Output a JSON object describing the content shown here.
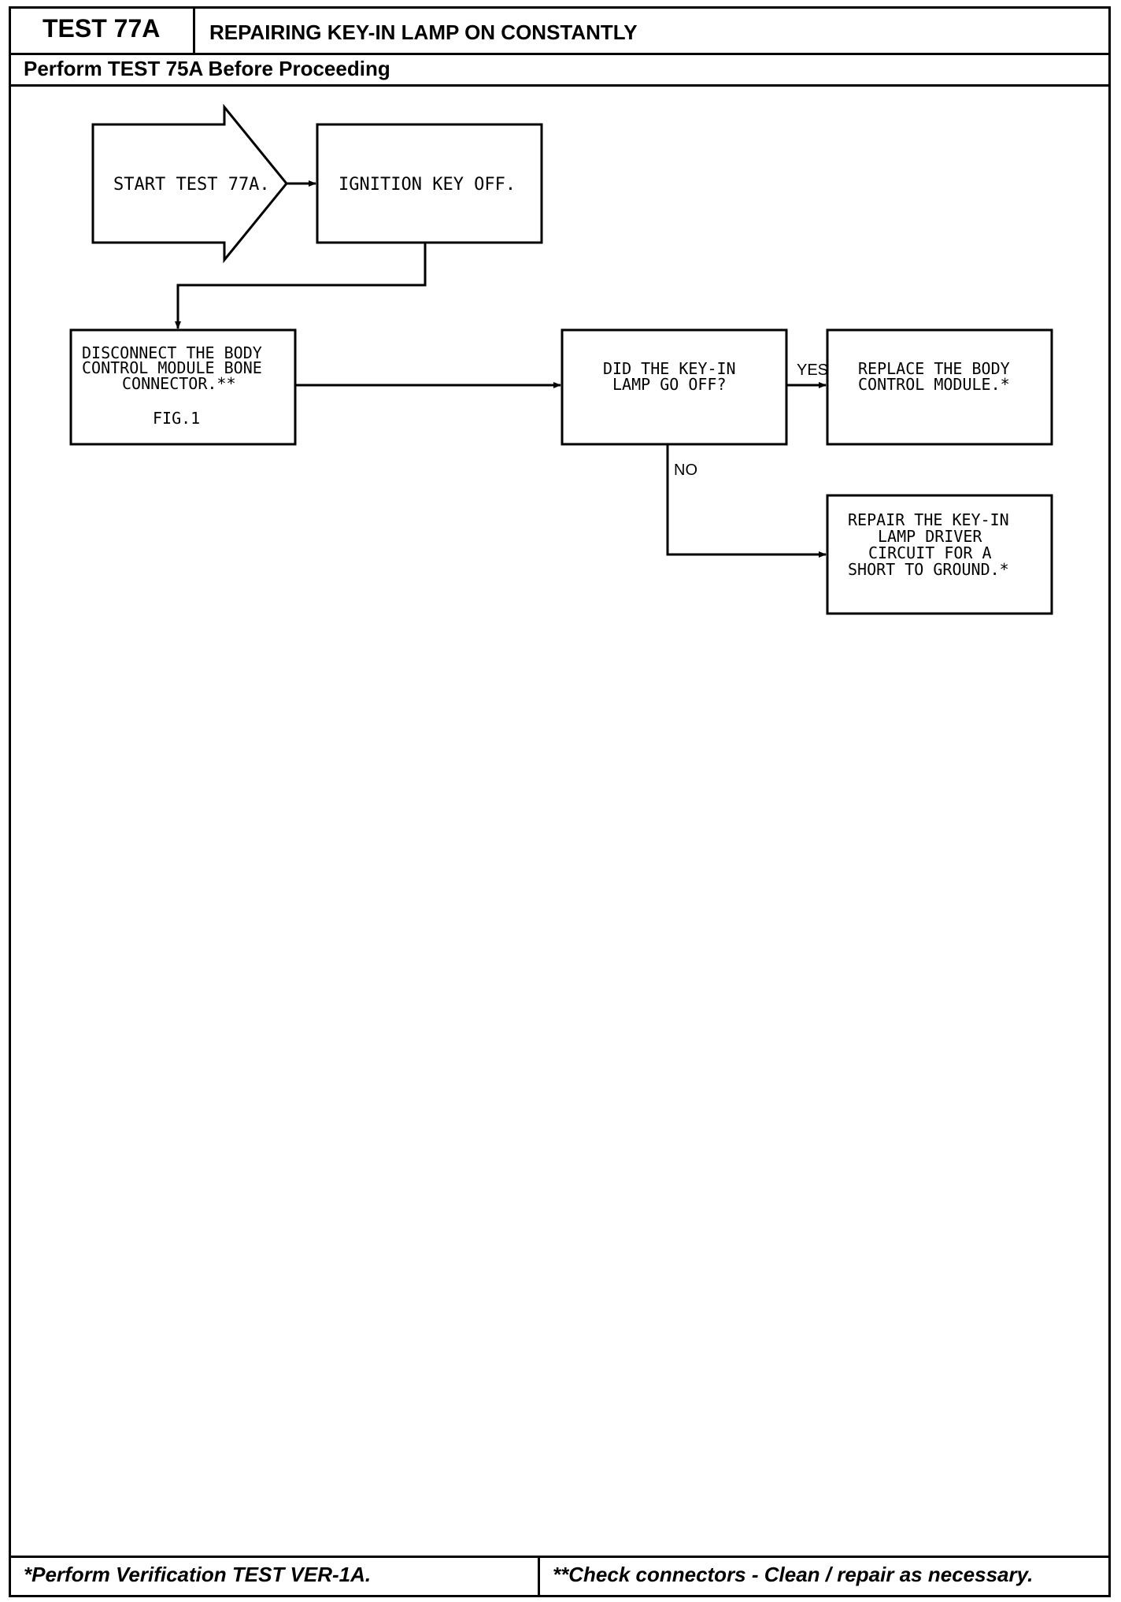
{
  "header": {
    "test_id": "TEST 77A",
    "title": "REPAIRING KEY-IN LAMP ON CONSTANTLY",
    "prerequisite": "Perform TEST 75A Before Proceeding"
  },
  "flowchart": {
    "start": {
      "lines": [
        "START TEST 77A."
      ]
    },
    "ignition": {
      "lines": [
        "IGNITION KEY OFF."
      ]
    },
    "disconnect": {
      "lines": [
        "DISCONNECT THE BODY",
        "CONTROL MODULE BONE",
        "CONNECTOR.**"
      ],
      "figure": "FIG.1"
    },
    "question": {
      "lines": [
        "DID THE KEY-IN",
        "LAMP GO OFF?"
      ]
    },
    "replace": {
      "lines": [
        "REPLACE THE BODY",
        "CONTROL MODULE.*"
      ]
    },
    "repair": {
      "lines": [
        "REPAIR THE KEY-IN",
        "LAMP DRIVER",
        "CIRCUIT FOR A",
        "SHORT TO GROUND.*"
      ]
    },
    "yes_label": "YES",
    "no_label": "NO"
  },
  "footer": {
    "note_left": "*Perform Verification TEST VER-1A.",
    "note_right": "**Check connectors - Clean / repair as necessary."
  }
}
